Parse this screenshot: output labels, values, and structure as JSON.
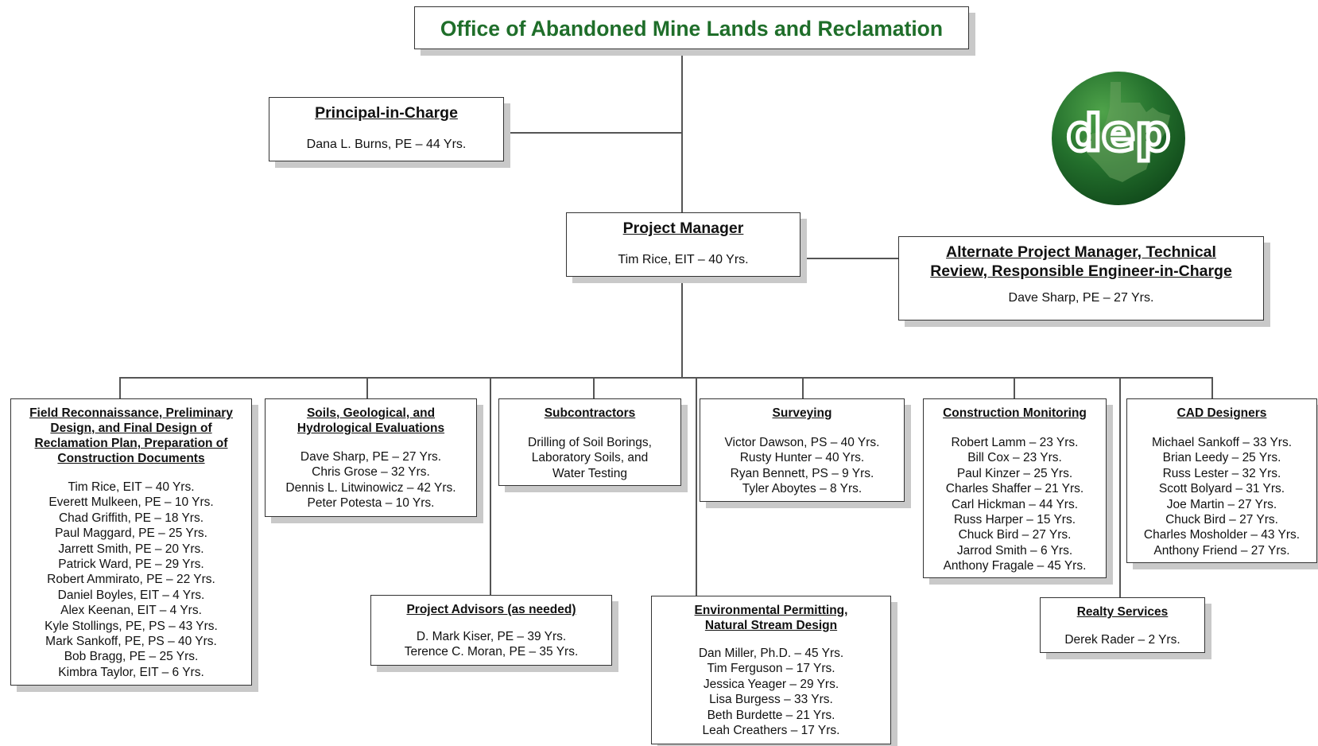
{
  "title": "Office of Abandoned Mine Lands and Reclamation",
  "logo": {
    "text": "dep",
    "icon": "dep-logo-wv-map",
    "colors": [
      "#1e6b2a",
      "#3f9a3e"
    ]
  },
  "principal": {
    "heading": "Principal-in-Charge",
    "names": [
      "Dana L. Burns, PE – 44 Yrs."
    ]
  },
  "project_manager": {
    "heading": "Project Manager",
    "names": [
      "Tim Rice, EIT – 40 Yrs."
    ]
  },
  "alternate": {
    "heading_lines": [
      "Alternate Project Manager, Technical",
      "Review, Responsible Engineer-in-Charge"
    ],
    "names": [
      "Dave Sharp, PE – 27 Yrs."
    ]
  },
  "field": {
    "heading_lines": [
      "Field Reconnaissance, Preliminary",
      "Design, and Final Design of",
      "Reclamation Plan, Preparation of",
      "Construction Documents"
    ],
    "names": [
      "Tim Rice, EIT – 40 Yrs.",
      "Everett Mulkeen, PE – 10 Yrs.",
      "Chad Griffith, PE – 18 Yrs.",
      "Paul Maggard, PE – 25 Yrs.",
      "Jarrett Smith, PE – 20 Yrs.",
      "Patrick Ward, PE – 29 Yrs.",
      "Robert Ammirato, PE – 22 Yrs.",
      "Daniel Boyles, EIT – 4 Yrs.",
      "Alex Keenan, EIT – 4 Yrs.",
      "Kyle Stollings, PE, PS – 43 Yrs.",
      "Mark Sankoff, PE, PS – 40 Yrs.",
      "Bob Bragg, PE – 25 Yrs.",
      "Kimbra Taylor, EIT – 6 Yrs."
    ]
  },
  "soils": {
    "heading_lines": [
      "Soils, Geological, and",
      "Hydrological Evaluations"
    ],
    "names": [
      "Dave Sharp, PE – 27 Yrs.",
      "Chris Grose – 32 Yrs.",
      "Dennis L. Litwinowicz – 42 Yrs.",
      "Peter Potesta – 10 Yrs."
    ]
  },
  "subcontractors": {
    "heading_lines": [
      "Subcontractors"
    ],
    "names": [
      "Drilling of Soil Borings,",
      "Laboratory Soils, and",
      "Water Testing"
    ]
  },
  "surveying": {
    "heading_lines": [
      "Surveying"
    ],
    "names": [
      "Victor Dawson, PS – 40 Yrs.",
      "Rusty Hunter – 40 Yrs.",
      "Ryan Bennett, PS – 9 Yrs.",
      "Tyler Aboytes – 8 Yrs."
    ]
  },
  "construction": {
    "heading_lines": [
      "Construction Monitoring"
    ],
    "names": [
      "Robert Lamm – 23 Yrs.",
      "Bill Cox – 23 Yrs.",
      "Paul Kinzer – 25 Yrs.",
      "Charles Shaffer – 21 Yrs.",
      "Carl Hickman – 44 Yrs.",
      "Russ Harper – 15 Yrs.",
      "Chuck Bird – 27 Yrs.",
      "Jarrod Smith – 6 Yrs.",
      "Anthony Fragale – 45 Yrs."
    ]
  },
  "cad": {
    "heading_lines": [
      "CAD Designers"
    ],
    "names": [
      "Michael Sankoff – 33 Yrs.",
      "Brian Leedy – 25 Yrs.",
      "Russ Lester – 32 Yrs.",
      "Scott Bolyard – 31 Yrs.",
      "Joe Martin – 27 Yrs.",
      "Chuck Bird – 27 Yrs.",
      "Charles Mosholder – 43 Yrs.",
      "Anthony Friend – 27 Yrs."
    ]
  },
  "advisors": {
    "heading_lines": [
      "Project Advisors (as needed)"
    ],
    "names": [
      "D. Mark Kiser, PE – 39 Yrs.",
      "Terence C. Moran, PE – 35 Yrs."
    ]
  },
  "environmental": {
    "heading_lines": [
      "Environmental Permitting,",
      "Natural Stream Design"
    ],
    "names": [
      "Dan Miller, Ph.D. – 45 Yrs.",
      "Tim Ferguson – 17 Yrs.",
      "Jessica Yeager – 29 Yrs.",
      "Lisa Burgess – 33 Yrs.",
      "Beth Burdette – 21 Yrs.",
      "Leah Creathers – 17 Yrs."
    ]
  },
  "realty": {
    "heading_lines": [
      "Realty Services"
    ],
    "names": [
      "Derek Rader – 2 Yrs."
    ]
  }
}
